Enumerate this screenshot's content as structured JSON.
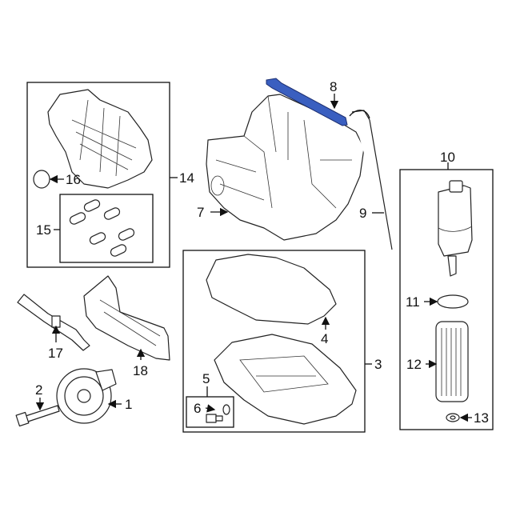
{
  "diagram": {
    "title": "Engine oil pan & filter components",
    "highlight_color": "#3a5fc0",
    "callouts": {
      "c1": "1",
      "c2": "2",
      "c3": "3",
      "c4": "4",
      "c5": "5",
      "c6": "6",
      "c7": "7",
      "c8": "8",
      "c9": "9",
      "c10": "10",
      "c11": "11",
      "c12": "12",
      "c13": "13",
      "c14": "14",
      "c15": "15",
      "c16": "16",
      "c17": "17",
      "c18": "18"
    },
    "highlighted_part": "8"
  }
}
